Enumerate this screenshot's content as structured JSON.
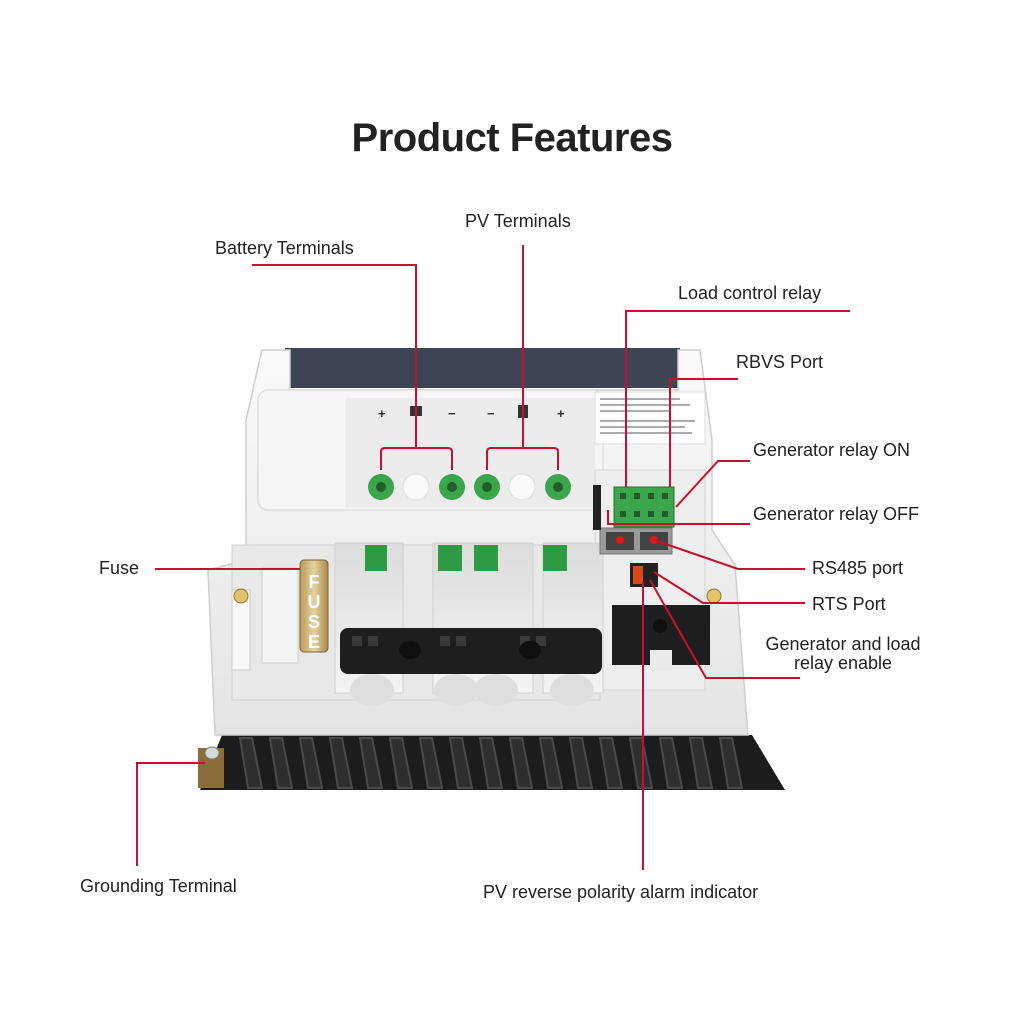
{
  "title": "Product Features",
  "callouts": {
    "pv_terminals": "PV Terminals",
    "battery_terminals": "Battery Terminals",
    "load_control_relay": "Load control relay",
    "rbvs_port": "RBVS Port",
    "generator_relay_on": "Generator relay ON",
    "generator_relay_off": "Generator relay OFF",
    "fuse": "Fuse",
    "rs485_port": "RS485 port",
    "rts_port": "RTS Port",
    "generator_load_relay_enable_line1": "Generator and load",
    "generator_load_relay_enable_line2": "relay enable",
    "grounding_terminal": "Grounding Terminal",
    "pv_reverse_polarity_alarm": "PV reverse polarity alarm indicator"
  },
  "device": {
    "terminal_marks": [
      "+",
      "−",
      "−",
      "+"
    ],
    "fuse_text": "FUSE"
  },
  "colors": {
    "leader_line": "#c8102e",
    "terminal_green": "#3aa54a",
    "housing_white": "#f2f2f2",
    "heatsink_black": "#1a1a1a",
    "panel_dark": "#3d4552"
  }
}
